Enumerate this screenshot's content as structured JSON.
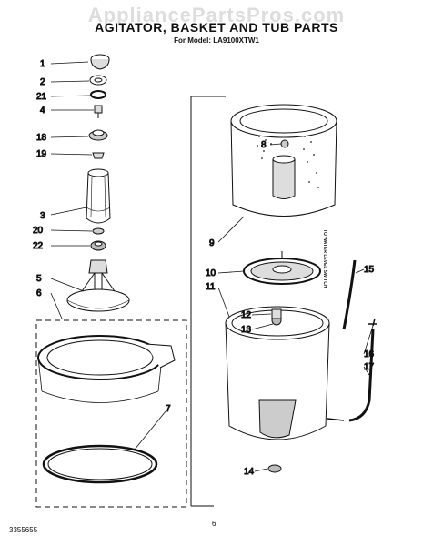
{
  "watermark": "AppliancePartsPros.com",
  "title": "AGITATOR, BASKET AND TUB PARTS",
  "subtitle": "For Model: LA9100XTW1",
  "side_note": "TO WATER LEVEL SWITCH",
  "page_number": "6",
  "document_number": "3355655",
  "callouts": [
    "1",
    "2",
    "21",
    "4",
    "18",
    "19",
    "3",
    "20",
    "22",
    "5",
    "6",
    "7",
    "8",
    "9",
    "10",
    "11",
    "12",
    "13",
    "14",
    "15",
    "16",
    "17"
  ]
}
